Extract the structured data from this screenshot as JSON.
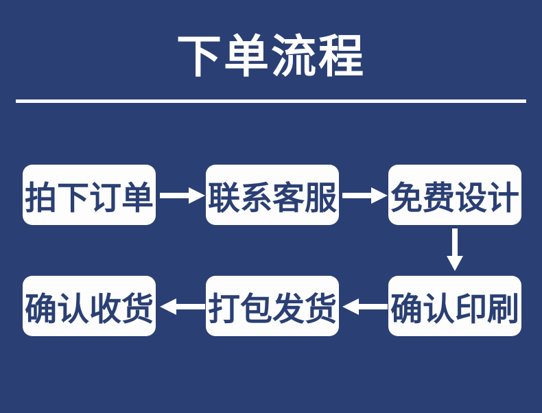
{
  "page": {
    "background_color": "#2a3f73",
    "title": "下单流程",
    "title_color": "#ffffff",
    "node_fill_color": "#fdfdfd",
    "node_text_color": "#2a3f73",
    "arrow_color": "#ffffff"
  },
  "divider": {
    "name": "title-divider"
  },
  "flow": {
    "type": "process-flow",
    "direction": "serpentine",
    "steps": [
      {
        "index": 1,
        "label": "拍下订单",
        "row": 1,
        "column": 1
      },
      {
        "index": 2,
        "label": "联系客服",
        "row": 1,
        "column": 2
      },
      {
        "index": 3,
        "label": "免费设计",
        "row": 1,
        "column": 3
      },
      {
        "index": 4,
        "label": "确认印刷",
        "row": 2,
        "column": 3
      },
      {
        "index": 5,
        "label": "打包发货",
        "row": 2,
        "column": 2
      },
      {
        "index": 6,
        "label": "确认收货",
        "row": 2,
        "column": 1
      }
    ],
    "connectors": [
      {
        "id": 1,
        "from": 1,
        "to": 2,
        "direction": "right"
      },
      {
        "id": 2,
        "from": 2,
        "to": 3,
        "direction": "right"
      },
      {
        "id": 3,
        "from": 3,
        "to": 4,
        "direction": "down"
      },
      {
        "id": 4,
        "from": 4,
        "to": 5,
        "direction": "left"
      },
      {
        "id": 5,
        "from": 5,
        "to": 6,
        "direction": "left"
      }
    ]
  }
}
